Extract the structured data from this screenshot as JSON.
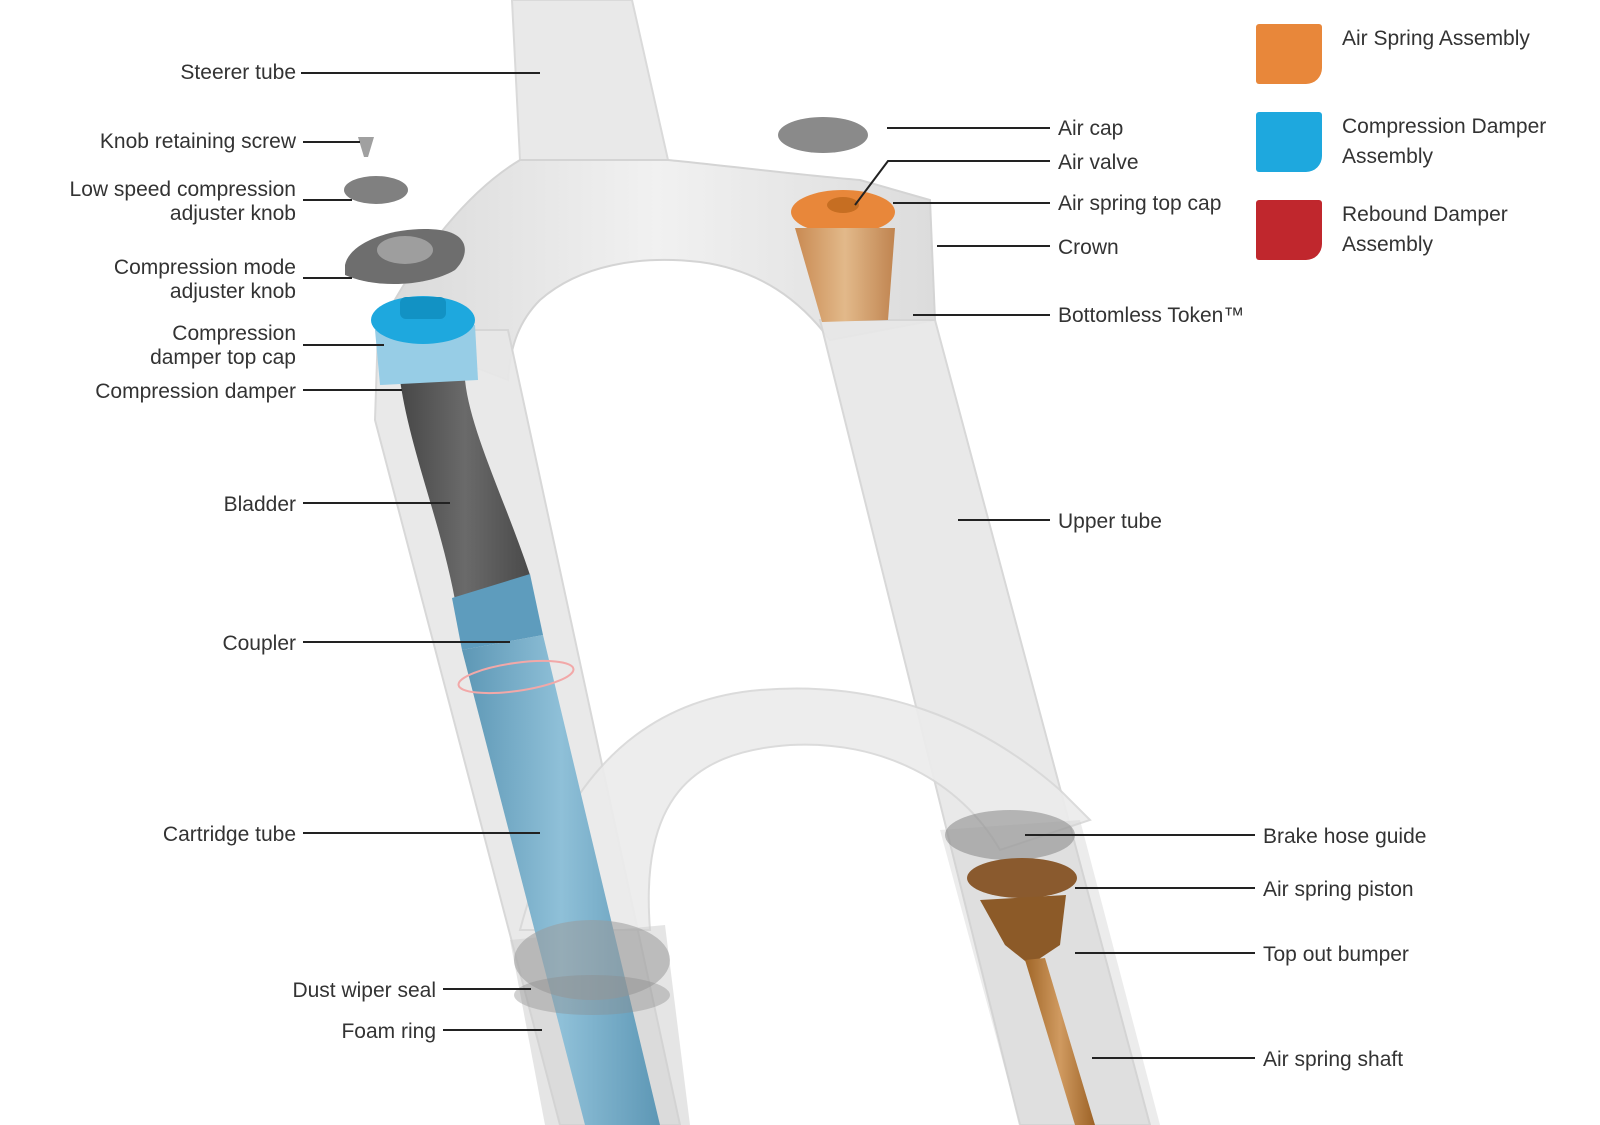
{
  "labels": {
    "steerer_tube": "Steerer tube",
    "knob_retaining_screw": "Knob retaining screw",
    "low_speed_knob_line1": "Low speed compression",
    "low_speed_knob_line2": "adjuster knob",
    "compression_mode_knob_line1": "Compression mode",
    "compression_mode_knob_line2": "adjuster knob",
    "compression_top_cap_line1": "Compression",
    "compression_top_cap_line2": "damper top cap",
    "compression_damper": "Compression damper",
    "bladder": "Bladder",
    "coupler": "Coupler",
    "cartridge_tube": "Cartridge tube",
    "dust_wiper_seal": "Dust wiper seal",
    "foam_ring": "Foam ring",
    "air_cap": "Air cap",
    "air_valve": "Air valve",
    "air_spring_top_cap": "Air spring top cap",
    "crown": "Crown",
    "bottomless_token": "Bottomless Token™",
    "upper_tube": "Upper tube",
    "brake_hose_guide": "Brake hose guide",
    "air_spring_piston": "Air spring piston",
    "top_out_bumper": "Top out bumper",
    "air_spring_shaft": "Air spring shaft"
  },
  "legend": [
    {
      "line1": "Air Spring Assembly",
      "line2": "",
      "color": "#E8873A"
    },
    {
      "line1": "Compression Damper",
      "line2": "Assembly",
      "color": "#1EA8DE"
    },
    {
      "line1": "Rebound Damper",
      "line2": "Assembly",
      "color": "#C0272D"
    }
  ],
  "colors": {
    "frame": "#E4E4E4",
    "frame_edge": "#D2D2D2",
    "orange": "#E8873A",
    "blue": "#1EA8DE",
    "cartridge": "#6FA7C4",
    "bladder": "#555555",
    "leader": "#222222",
    "shaft": "#B87A3C"
  }
}
